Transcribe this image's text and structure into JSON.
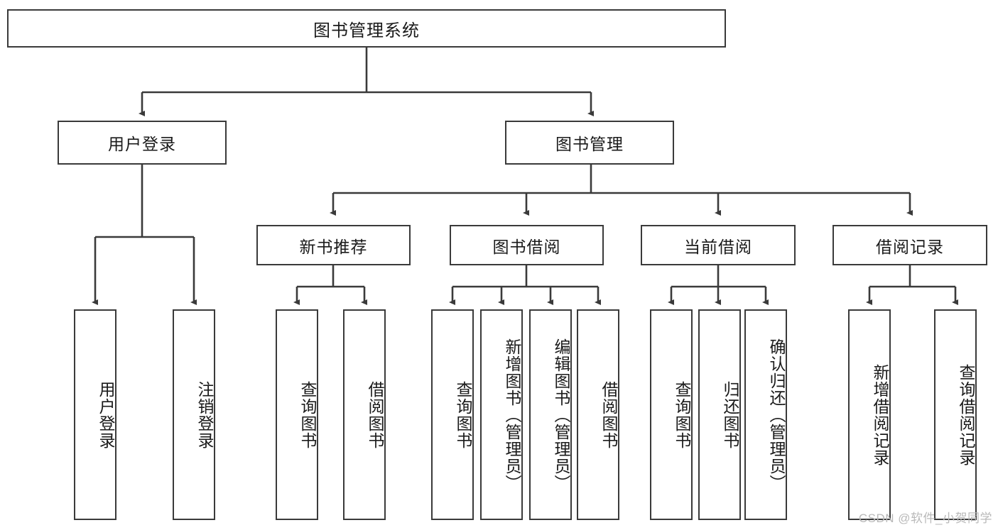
{
  "diagram": {
    "title": "图书管理系统",
    "type": "hierarchy-tree",
    "orientation": "top-down",
    "colors": {
      "box_border": "#3a3a3a",
      "box_fill": "#ffffff",
      "connector": "#3a3a3a",
      "text": "#1a1a1a",
      "watermark": "#b9b9b9",
      "background": "#ffffff"
    },
    "root": {
      "label": "图书管理系统"
    },
    "level2": [
      {
        "label": "用户登录"
      },
      {
        "label": "图书管理"
      }
    ],
    "level3": [
      {
        "label": "新书推荐"
      },
      {
        "label": "图书借阅"
      },
      {
        "label": "当前借阅"
      },
      {
        "label": "借阅记录"
      }
    ],
    "leaves": {
      "user_login": [
        {
          "label": "用户登录"
        },
        {
          "label": "注销登录"
        }
      ],
      "new_book_recommend": [
        {
          "label": "查询图书"
        },
        {
          "label": "借阅图书"
        }
      ],
      "book_borrow": [
        {
          "label": "查询图书"
        },
        {
          "label": "新增图书（管理员）"
        },
        {
          "label": "编辑图书（管理员）"
        },
        {
          "label": "借阅图书"
        }
      ],
      "current_borrow": [
        {
          "label": "查询图书"
        },
        {
          "label": "归还图书"
        },
        {
          "label": "确认归还（管理员）"
        }
      ],
      "borrow_record": [
        {
          "label": "新增借阅记录"
        },
        {
          "label": "查询借阅记录"
        }
      ]
    }
  },
  "watermark": {
    "text": "CSDN @软件_小贺同学"
  }
}
